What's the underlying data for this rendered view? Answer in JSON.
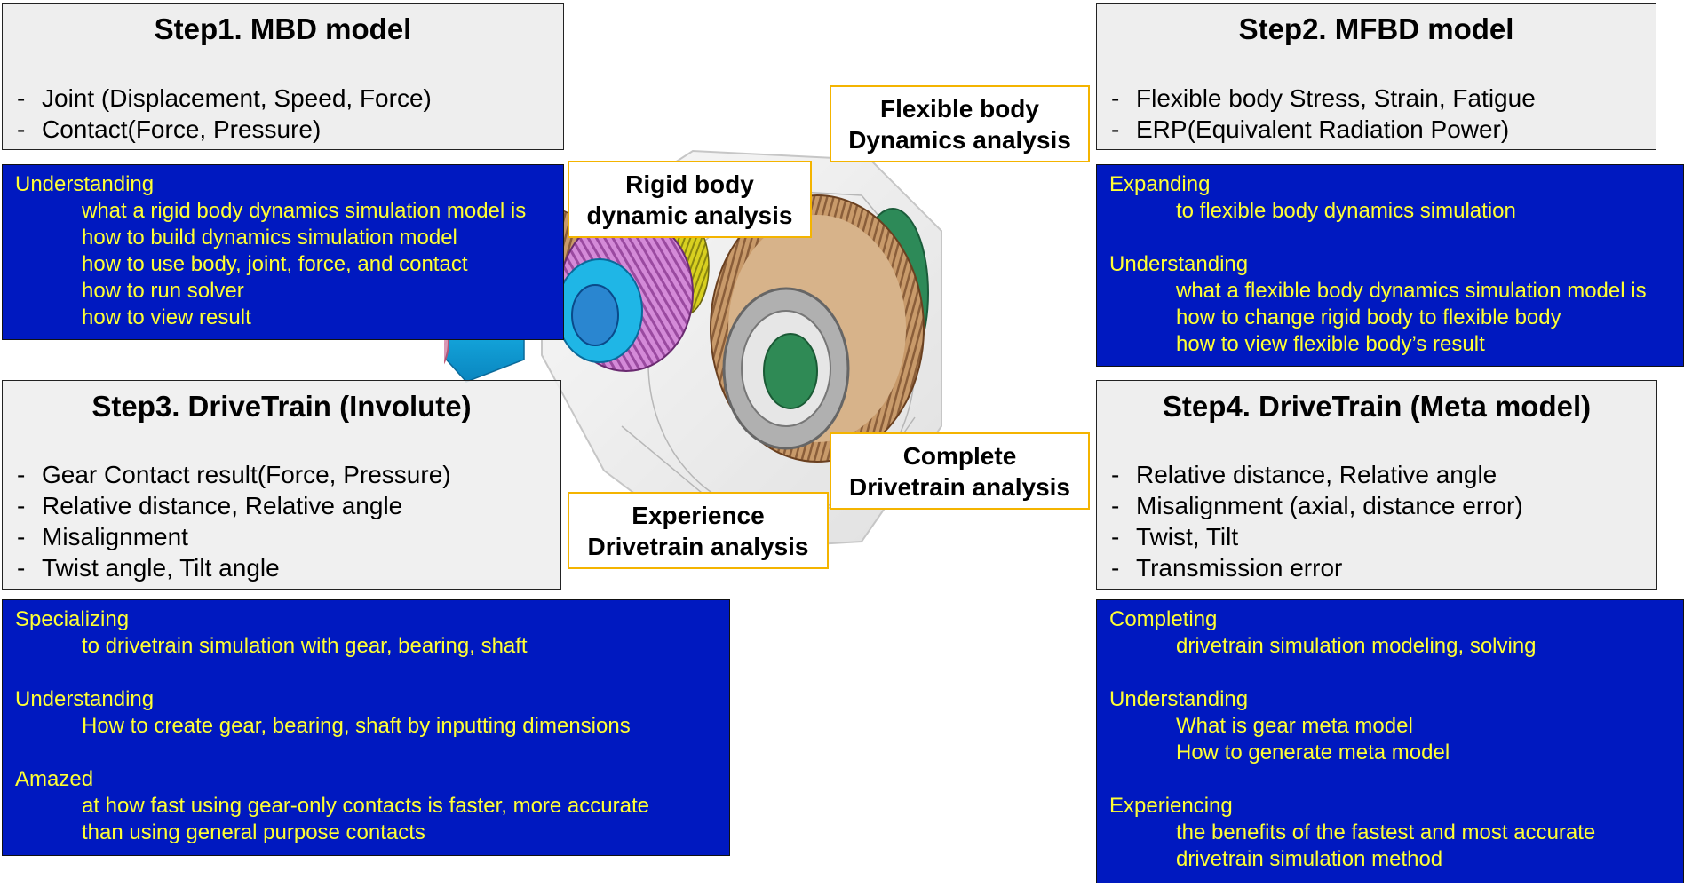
{
  "steps": [
    {
      "title": "Step1. MBD model",
      "items": [
        "Joint (Displacement, Speed, Force)",
        "Contact(Force, Pressure)"
      ]
    },
    {
      "title": "Step2. MFBD model",
      "items": [
        "Flexible body Stress, Strain, Fatigue",
        "ERP(Equivalent Radiation Power)"
      ]
    },
    {
      "title": "Step3. DriveTrain (Involute)",
      "items": [
        "Gear Contact result(Force, Pressure)",
        "Relative distance, Relative angle",
        "Misalignment",
        "Twist angle, Tilt angle"
      ]
    },
    {
      "title": "Step4. DriveTrain (Meta model)",
      "items": [
        "Relative distance, Relative angle",
        "Misalignment (axial, distance error)",
        "Twist, Tilt",
        "Transmission error"
      ]
    }
  ],
  "blue": {
    "step1": [
      {
        "head": "Understanding",
        "lines": [
          "what a rigid body dynamics simulation model is",
          "how to build dynamics simulation model",
          "how to use body, joint, force, and contact",
          "how to run solver",
          "how to view result"
        ]
      }
    ],
    "step2": [
      {
        "head": "Expanding",
        "lines": [
          "to flexible body dynamics simulation"
        ]
      },
      {
        "head": "Understanding",
        "lines": [
          "what a flexible body dynamics simulation model is",
          "how to change rigid body to flexible body",
          "how to view flexible body’s result"
        ]
      }
    ],
    "step3": [
      {
        "head": "Specializing",
        "lines": [
          "to drivetrain simulation with gear, bearing, shaft"
        ]
      },
      {
        "head": "Understanding",
        "lines": [
          "How to  create gear, bearing, shaft by inputting dimensions"
        ]
      },
      {
        "head": "Amazed",
        "lines": [
          "at how fast using gear-only contacts is faster, more accurate",
          "than using general purpose contacts"
        ]
      }
    ],
    "step4": [
      {
        "head": "Completing",
        "lines": [
          "drivetrain simulation modeling, solving"
        ]
      },
      {
        "head": "Understanding",
        "lines": [
          "What is gear meta model",
          "How to generate meta model"
        ]
      },
      {
        "head": "Experiencing",
        "lines": [
          "the benefits of the fastest and most accurate",
          "drivetrain simulation method"
        ]
      }
    ]
  },
  "labels": {
    "flexible": [
      "Flexible body",
      "Dynamics analysis"
    ],
    "rigid": [
      "Rigid body",
      "dynamic analysis"
    ],
    "complete": [
      "Complete",
      "Drivetrain analysis"
    ],
    "experience": [
      "Experience",
      "Drivetrain analysis"
    ]
  },
  "colors": {
    "blue_box": "#0019c0",
    "blue_text": "#ffff33",
    "label_border": "#f4b400",
    "step_bg": "#eeeeee"
  }
}
